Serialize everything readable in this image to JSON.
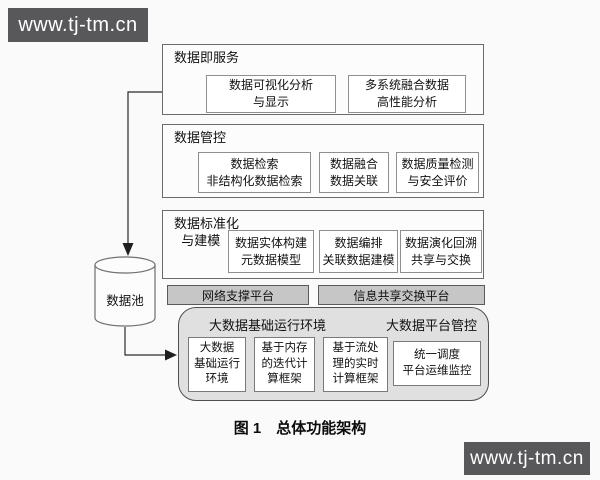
{
  "watermark": {
    "text": "www.tj-tm.cn"
  },
  "figure": {
    "caption": "图 1　总体功能架构"
  },
  "data_pool": {
    "label": "数据池"
  },
  "sections": {
    "daas": {
      "title": "数据即服务",
      "boxes": {
        "visualization": "数据可视化分析\n与显示",
        "multisystem": "多系统融合数据\n高性能分析"
      }
    },
    "governance": {
      "title": "数据管控",
      "boxes": {
        "retrieval": "数据检索\n非结构化数据检索",
        "fusion": "数据融合\n数据关联",
        "quality": "数据质量检测\n与安全评价"
      }
    },
    "standardization": {
      "title": "数据标准化\n  与建模",
      "boxes": {
        "entity": "数据实体构建\n元数据模型",
        "orchestration": "数据编排\n关联数据建模",
        "evolution": "数据演化回溯\n共享与交换"
      }
    }
  },
  "platforms": {
    "network": "网络支撑平台",
    "info_sharing": "信息共享交换平台"
  },
  "runtime": {
    "env_title": "大数据基础运行环境",
    "mgmt_title": "大数据平台管控",
    "boxes": {
      "base_env": "大数据\n基础运行\n环境",
      "memory_iterative": "基于内存\n的迭代计\n算框架",
      "stream_realtime": "基于流处\n理的实时\n计算框架",
      "scheduling_ops": "统一调度\n平台运维监控"
    }
  },
  "colors": {
    "watermark_bg": "#58585a",
    "platform_fill": "#c6c6c6",
    "runtime_fill": "#e0e0e0",
    "box_border": "#6a6a6a",
    "line": "#2a2a2a"
  }
}
